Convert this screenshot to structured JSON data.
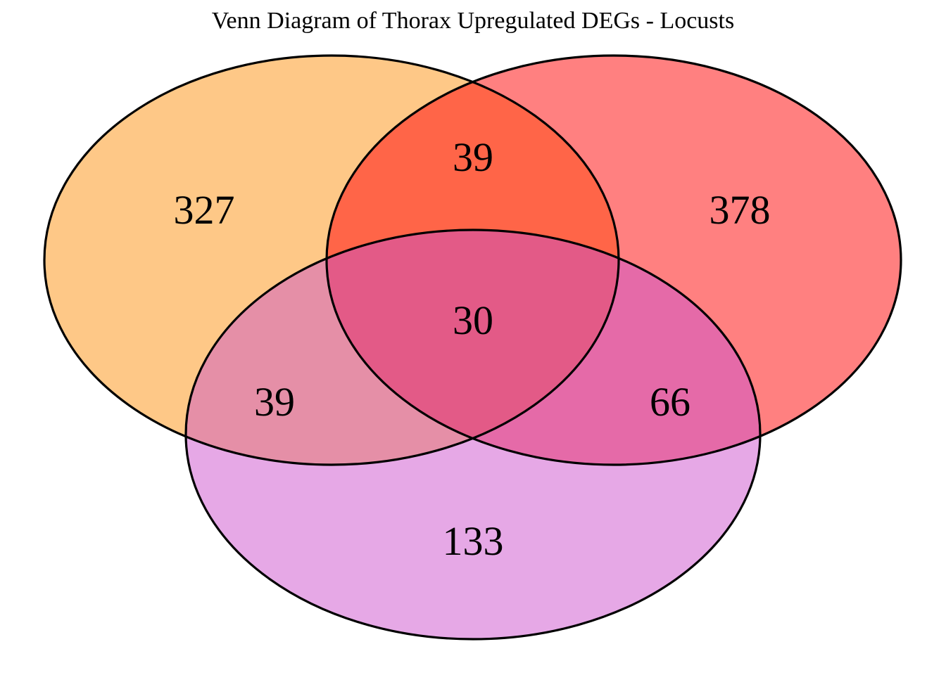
{
  "title": "Venn Diagram of Thorax Upregulated DEGs - Locusts",
  "sets": [
    {
      "id": "set-a",
      "color": "#fec887"
    },
    {
      "id": "set-b",
      "color": "#ff8080"
    },
    {
      "id": "set-c",
      "color": "#e6a8e6"
    }
  ],
  "regions": [
    {
      "id": "a-only",
      "label": "327"
    },
    {
      "id": "b-only",
      "label": "378"
    },
    {
      "id": "c-only",
      "label": "133"
    },
    {
      "id": "ab",
      "label": "39"
    },
    {
      "id": "ac",
      "label": "39"
    },
    {
      "id": "bc",
      "label": "66"
    },
    {
      "id": "abc",
      "label": "30"
    }
  ],
  "region_colors": {
    "ab": "#ff6548",
    "ac": "#e58fa7",
    "bc": "#e56aa8",
    "abc": "#e35a87"
  }
}
